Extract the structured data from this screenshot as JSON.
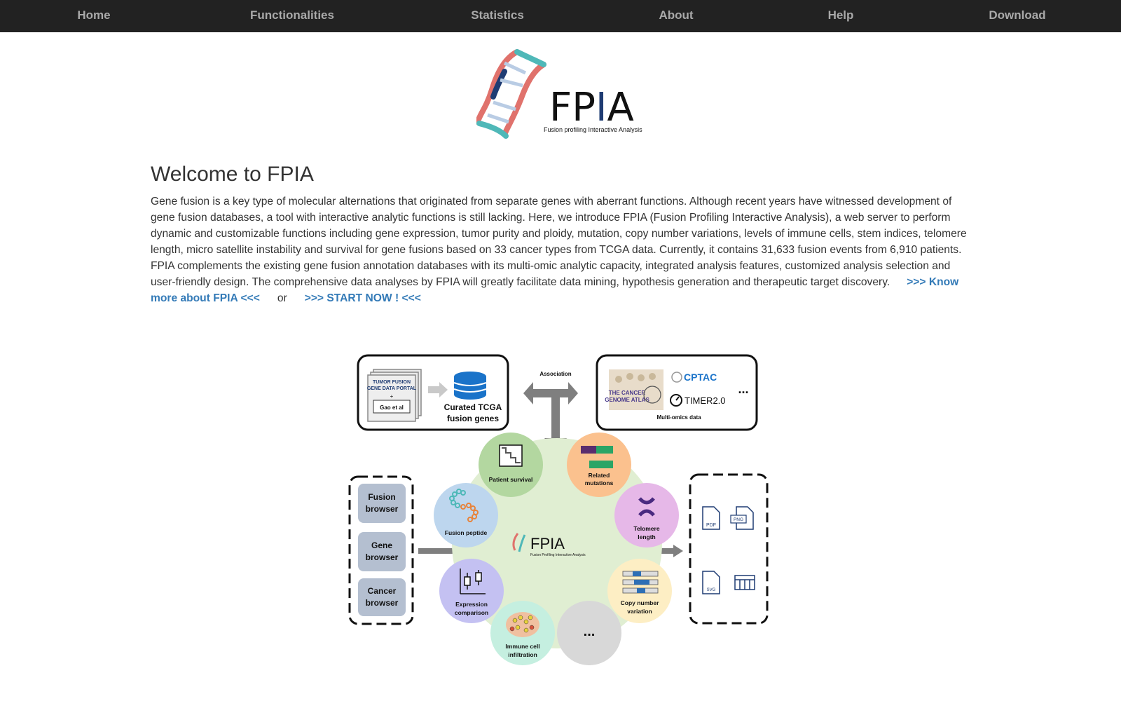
{
  "nav": {
    "items": [
      "Home",
      "Functionalities",
      "Statistics",
      "About",
      "Help",
      "Download"
    ]
  },
  "logo": {
    "letters": [
      "FP",
      "I",
      "A"
    ],
    "tagline": "Fusion profiling Interactive Analysis"
  },
  "main": {
    "title": "Welcome to FPIA",
    "intro": "Gene fusion is a key type of molecular alternations that originated from separate genes with aberrant functions. Although recent years have witnessed development of gene fusion databases, a tool with interactive analytic functions is still lacking. Here, we introduce FPIA (Fusion Profiling Interactive Analysis), a web server to perform dynamic and customizable functions including gene expression, tumor purity and ploidy, mutation, copy number variations, levels of immune cells, stem indices, telomere length, micro satellite instability and survival for gene fusions based on 33 cancer types from TCGA data. Currently, it contains 31,633 fusion events from 6,910 patients. FPIA complements the existing gene fusion annotation databases with its multi-omic analytic capacity, integrated analysis features, customized analysis selection and user-friendly design. The comprehensive data analyses by FPIA will greatly facilitate data mining, hypothesis generation and therapeutic target discovery.",
    "know_more_link": ">>> Know more about FPIA <<<",
    "or_text": "or",
    "start_link": ">>> START NOW ! <<<"
  },
  "diagram": {
    "portal_line1": "TUMOR FUSION",
    "portal_line2": "GENE DATA PORTAL",
    "plus": "+",
    "gao": "Gao et al",
    "curated_line1": "Curated TCGA",
    "curated_line2": "fusion genes",
    "association": "Association",
    "tcga_line1": "THE CANCER",
    "tcga_line2": "GENOME ATLAS",
    "cptac": "CPTAC",
    "timer": "TIMER2.0",
    "dots": "...",
    "multiomics": "Multi-omics data",
    "browsers": [
      [
        "Fusion",
        "browser"
      ],
      [
        "Gene",
        "browser"
      ],
      [
        "Cancer",
        "browser"
      ]
    ],
    "center_logo": "FPIA",
    "center_tagline": "Fusion Profiling Interactive Analysis",
    "survival": "Patient survival",
    "mutations": [
      "Related",
      "mutations"
    ],
    "peptide": "Fusion peptide",
    "telomere": [
      "Telomere",
      "length"
    ],
    "expression": [
      "Expression",
      "comparison"
    ],
    "cnv": [
      "Copy number",
      "variation"
    ],
    "immune": [
      "Immune cell",
      "infiltration"
    ],
    "more": "...",
    "formats": [
      "PDF",
      "PNG",
      "SVG"
    ]
  },
  "colors": {
    "navbar": "#222222",
    "link": "#337ab7",
    "logo_red": "#e0726c",
    "logo_teal": "#4fb8b8",
    "logo_navy": "#1f3c73"
  }
}
